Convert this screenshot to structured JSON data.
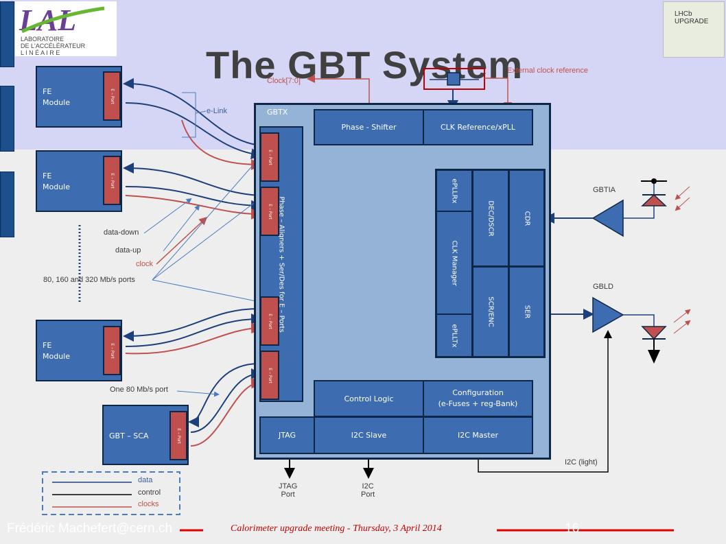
{
  "title": "The GBT System",
  "logos": {
    "lal": [
      "LABORATOIRE",
      "DE L'ACCÉLÉRATEUR",
      "L I N É A I R E"
    ],
    "lhcb": "LHCb UPGRADE"
  },
  "fe_modules": [
    {
      "label_line1": "FE",
      "label_line2": "Module",
      "port": "E – Port"
    },
    {
      "label_line1": "FE",
      "label_line2": "Module",
      "port": "E – Port"
    },
    {
      "label_line1": "FE",
      "label_line2": "Module",
      "port": "E – Port"
    }
  ],
  "gbt_sca": {
    "label": "GBT – SCA",
    "port": "E – Port"
  },
  "gbtx": {
    "label": "GBTX",
    "phase_shifter": "Phase - Shifter",
    "clk_reference": "CLK Reference/xPLL",
    "phase_aligners": "Phase – Aligners + Ser/Des for E – Ports",
    "eports": [
      "E – Port",
      "E – Port",
      "E – Port",
      "E – Port"
    ],
    "epllrx": "ePLLRx",
    "clk_manager": "CLK Manager",
    "eplltx": "ePLLTx",
    "dec_dscr": "DEC/DSCR",
    "cdr": "CDR",
    "scr_enc": "SCR/ENC",
    "ser": "SER",
    "control_logic": "Control Logic",
    "configuration_line1": "Configuration",
    "configuration_line2": "(e-Fuses + reg-Bank)",
    "jtag": "JTAG",
    "i2c_slave": "I2C Slave",
    "i2c_master": "I2C Master"
  },
  "labels": {
    "elink": "e-Link",
    "data_down": "data-down",
    "data_up": "data-up",
    "clock": "clock",
    "ports_rates": "80, 160 and 320 Mb/s ports",
    "one_port": "One 80 Mb/s port",
    "clock_bus": "Clock[7:0]",
    "ext_clock": "External clock reference",
    "gbtia": "GBTIA",
    "gbld": "GBLD",
    "i2c_light": "I2C (light)",
    "jtag_port_l1": "JTAG",
    "jtag_port_l2": "Port",
    "i2c_port_l1": "I2C",
    "i2c_port_l2": "Port"
  },
  "legend": {
    "data": "data",
    "control": "control",
    "clocks": "clocks"
  },
  "footer": {
    "author": "Frédéric Machefert@cern.ch",
    "meeting": "Calorimeter upgrade meeting - Thursday, 3 April 2014",
    "page": "16"
  },
  "colors": {
    "block": "#3d6cb1",
    "eport": "#c0504d",
    "data_line": "#1d3f7a",
    "clock_line": "#c0504d",
    "gbtx_bg": "#95b3d7"
  }
}
